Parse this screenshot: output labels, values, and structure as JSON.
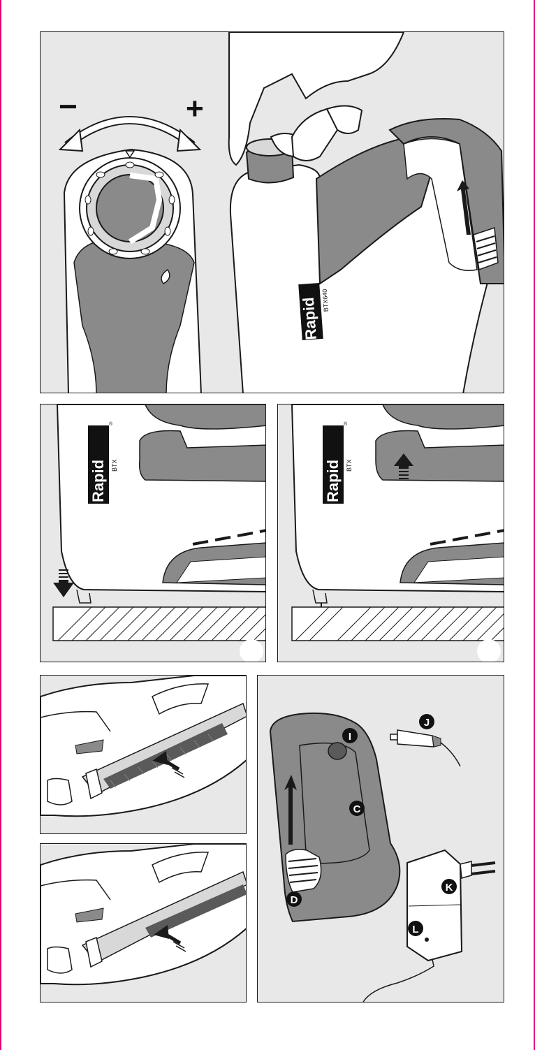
{
  "brand": {
    "name": "Rapid",
    "registered": "®",
    "model_main": "BTX640",
    "model_short": "BTX"
  },
  "adjust_dial": {
    "minus": "−",
    "plus": "+"
  },
  "callouts": {
    "battery": "C",
    "release": "D",
    "socket": "I",
    "plug": "J",
    "charger": "K",
    "indicator": "L"
  },
  "colors": {
    "panel_bg": "#e8e8e8",
    "tool_body": "#ffffff",
    "grip_grey": "#8a8a8a",
    "line": "#1a1a1a",
    "brand_black": "#111111",
    "crop_mark": "#e3007b"
  }
}
